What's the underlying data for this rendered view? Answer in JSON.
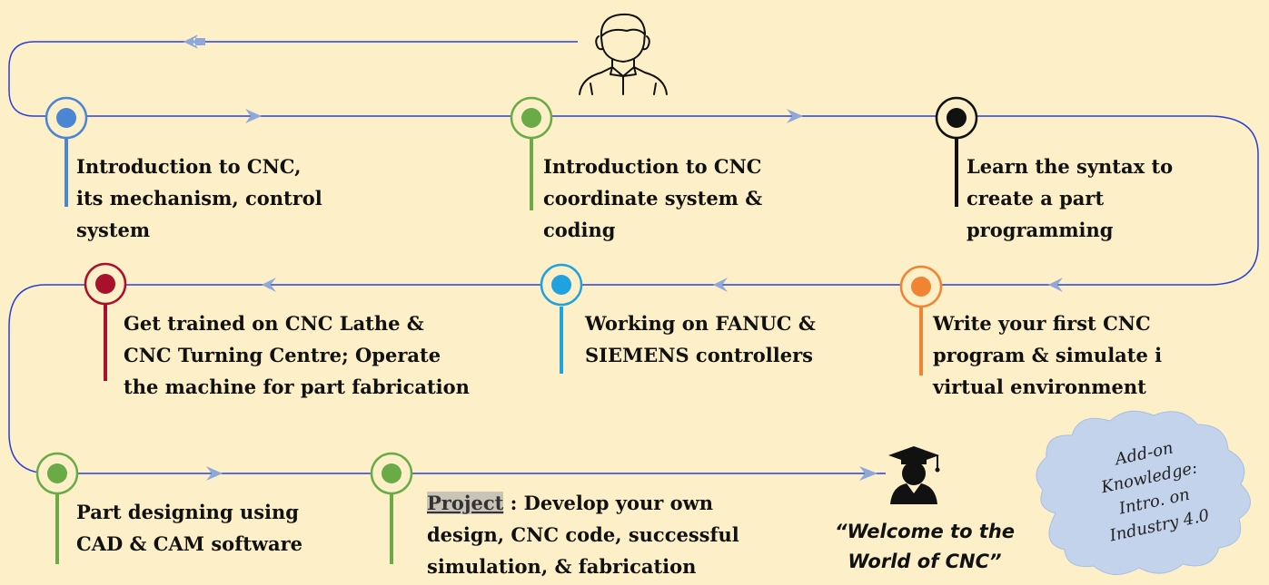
{
  "steps": [
    {
      "id": 1,
      "text": "Introduction to CNC,\nits mechanism, control\nsystem",
      "color": "#4a86d4"
    },
    {
      "id": 2,
      "text": "Introduction to CNC\ncoordinate system &\ncoding",
      "color": "#6aab47"
    },
    {
      "id": 3,
      "text": "Learn the syntax to\ncreate a part\nprogramming",
      "color": "#111111"
    },
    {
      "id": 4,
      "text": "Write your first CNC\nprogram & simulate i\nvirtual environment",
      "color": "#f08432"
    },
    {
      "id": 5,
      "text": "Working on FANUC &\nSIEMENS controllers",
      "color": "#1ea3e0"
    },
    {
      "id": 6,
      "text": "Get trained on CNC Lathe &\nCNC Turning Centre; Operate\nthe machine for part fabrication",
      "color": "#a8102c"
    },
    {
      "id": 7,
      "text": "Part designing using\nCAD & CAM software",
      "color": "#6aab47"
    },
    {
      "id": 8,
      "label": "Project",
      "text": " : Develop your own\ndesign, CNC code, successful\nsimulation, & fabrication",
      "color": "#6aab47"
    }
  ],
  "welcome": "“Welcome to the\nWorld of CNC”",
  "cloud": "Add-on\nKnowledge:\nIntro. on\nIndustry 4.0",
  "colors": {
    "background": "#fdf0c8",
    "path": "#2a3fd6",
    "arrow": "#8fa8dc",
    "cloud": "#c3d3ec"
  },
  "icons": [
    "person-icon",
    "graduate-icon",
    "arrow-icon",
    "cloud-icon"
  ]
}
